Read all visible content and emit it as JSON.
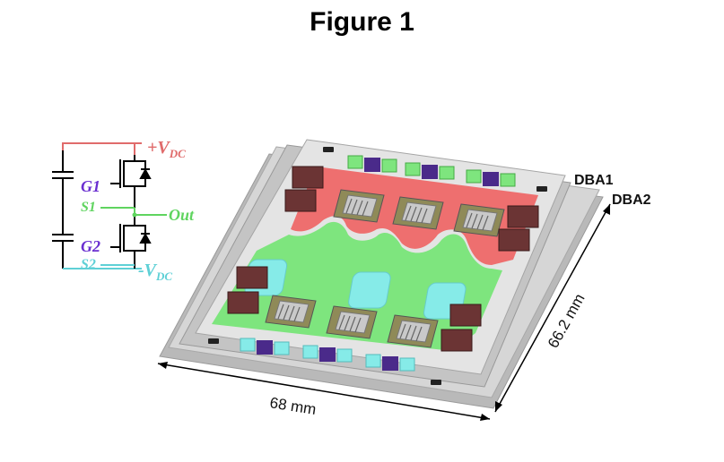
{
  "figure": {
    "title": "Figure 1"
  },
  "circuit": {
    "vdc_pos": {
      "sign": "+",
      "v": "V",
      "sub": "DC"
    },
    "vdc_neg": {
      "sign": "-",
      "v": "V",
      "sub": "DC"
    },
    "g1": "G1",
    "s1": "S1",
    "g2": "G2",
    "s2": "S2",
    "out": "Out",
    "colors": {
      "pos_rail": "#e06b6b",
      "out": "#5fd45f",
      "neg_rail": "#5fd0d6",
      "gate": "#6a2fd0",
      "wire": "#000000"
    }
  },
  "module": {
    "dba1": "DBA1",
    "dba2": "DBA2",
    "width_dim": "68 mm",
    "depth_dim": "66.2 mm",
    "colors": {
      "frame": "#cfcfcf",
      "red_plane": "#ee6f6f",
      "green_plane": "#7ee57e",
      "cyan_pad": "#86ebe8",
      "capacitor": "#6b3434",
      "gate_pad": "#4a2a8a",
      "die": "#a09a6a"
    }
  }
}
